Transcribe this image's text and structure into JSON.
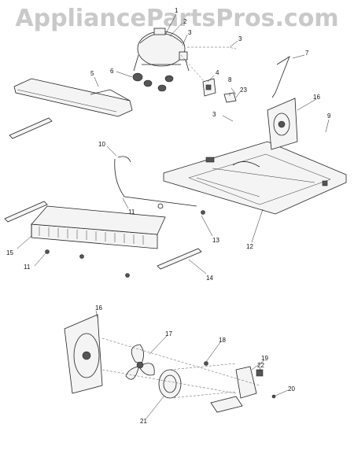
{
  "watermark": "AppliancePartsPros.com",
  "callouts": {
    "c1": "1",
    "c2": "2",
    "c3a": "3",
    "c3b": "3",
    "c3c": "3",
    "c4": "4",
    "c5": "5",
    "c6": "6",
    "c7": "7",
    "c8": "8",
    "c9": "9",
    "c10": "10",
    "c11a": "11",
    "c11b": "11",
    "c12": "12",
    "c13": "13",
    "c14": "14",
    "c15": "15",
    "c16a": "16",
    "c16b": "16",
    "c17": "17",
    "c18": "18",
    "c19": "19",
    "c20": "20",
    "c21": "21",
    "c22": "22",
    "c23": "23"
  }
}
